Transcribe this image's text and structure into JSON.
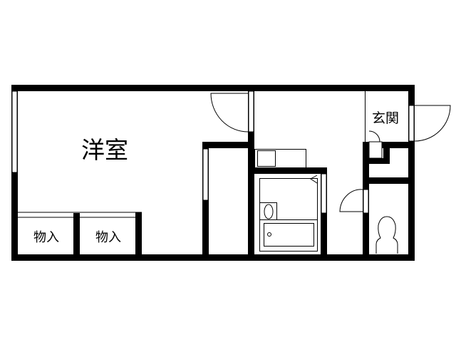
{
  "floor_plan": {
    "rooms": {
      "western_room": "洋室",
      "closet_1": "物入",
      "closet_2": "物入",
      "entrance": "玄関"
    },
    "colors": {
      "wall": "#000000",
      "background": "#ffffff"
    }
  }
}
